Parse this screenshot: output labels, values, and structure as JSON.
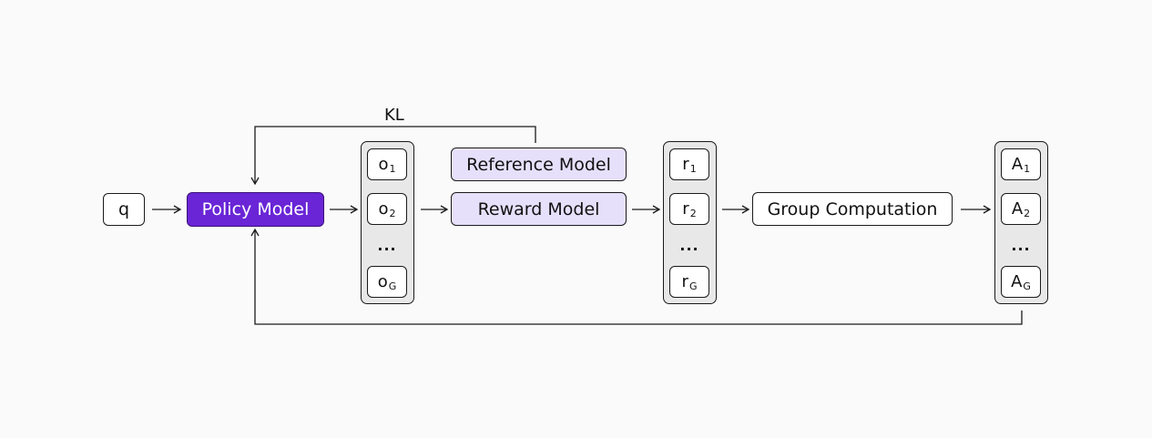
{
  "nodes": {
    "q": "q",
    "policy_model": "Policy Model",
    "reference_model": "Reference Model",
    "reward_model": "Reward Model",
    "group_computation": "Group Computation"
  },
  "kl_label": "KL",
  "outputs": {
    "items": [
      {
        "base": "o",
        "sub": "1"
      },
      {
        "base": "o",
        "sub": "2"
      },
      {
        "base": "o",
        "sub": "G"
      }
    ],
    "ellipsis": "..."
  },
  "rewards": {
    "items": [
      {
        "base": "r",
        "sub": "1"
      },
      {
        "base": "r",
        "sub": "2"
      },
      {
        "base": "r",
        "sub": "G"
      }
    ],
    "ellipsis": "..."
  },
  "advantages": {
    "items": [
      {
        "base": "A",
        "sub": "1"
      },
      {
        "base": "A",
        "sub": "2"
      },
      {
        "base": "A",
        "sub": "G"
      }
    ],
    "ellipsis": "..."
  },
  "colors": {
    "policy_fill": "#6a25d6",
    "model_fill": "#e6e0fb",
    "group_fill": "#e8e8e8",
    "line": "#1a1a1a",
    "background": "#fafafa"
  }
}
